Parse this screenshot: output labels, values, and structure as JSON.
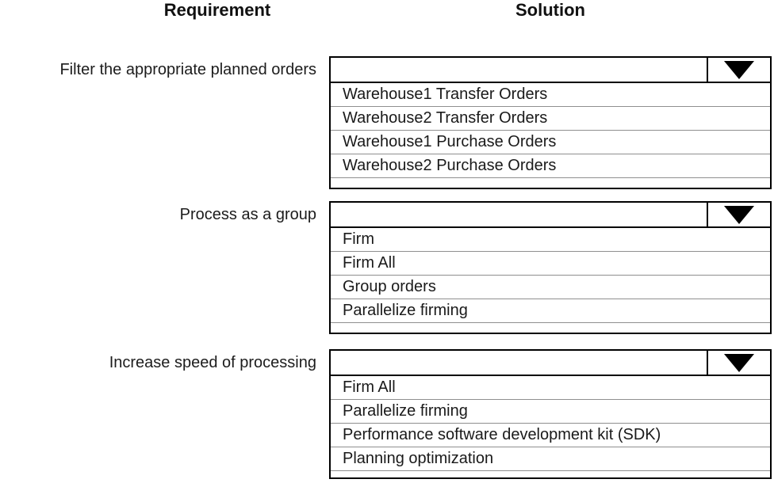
{
  "headers": {
    "requirement": "Requirement",
    "solution": "Solution"
  },
  "groups": [
    {
      "requirement": "Filter the appropriate planned orders",
      "selected_value": "",
      "options": [
        "Warehouse1 Transfer Orders",
        "Warehouse2 Transfer Orders",
        "Warehouse1 Purchase Orders",
        "Warehouse2 Purchase Orders"
      ]
    },
    {
      "requirement": "Process as a group",
      "selected_value": "",
      "options": [
        "Firm",
        "Firm All",
        "Group orders",
        "Parallelize firming"
      ]
    },
    {
      "requirement": "Increase speed of processing",
      "selected_value": "",
      "options": [
        "Firm All",
        "Parallelize firming",
        "Performance software development kit (SDK)",
        "Planning optimization"
      ]
    }
  ],
  "icons": {
    "dropdown_arrow": "triangle-down-icon"
  },
  "colors": {
    "border": "#000000",
    "row_separator": "#8f8f8f",
    "text": "#1a1a1a",
    "background": "#ffffff"
  }
}
